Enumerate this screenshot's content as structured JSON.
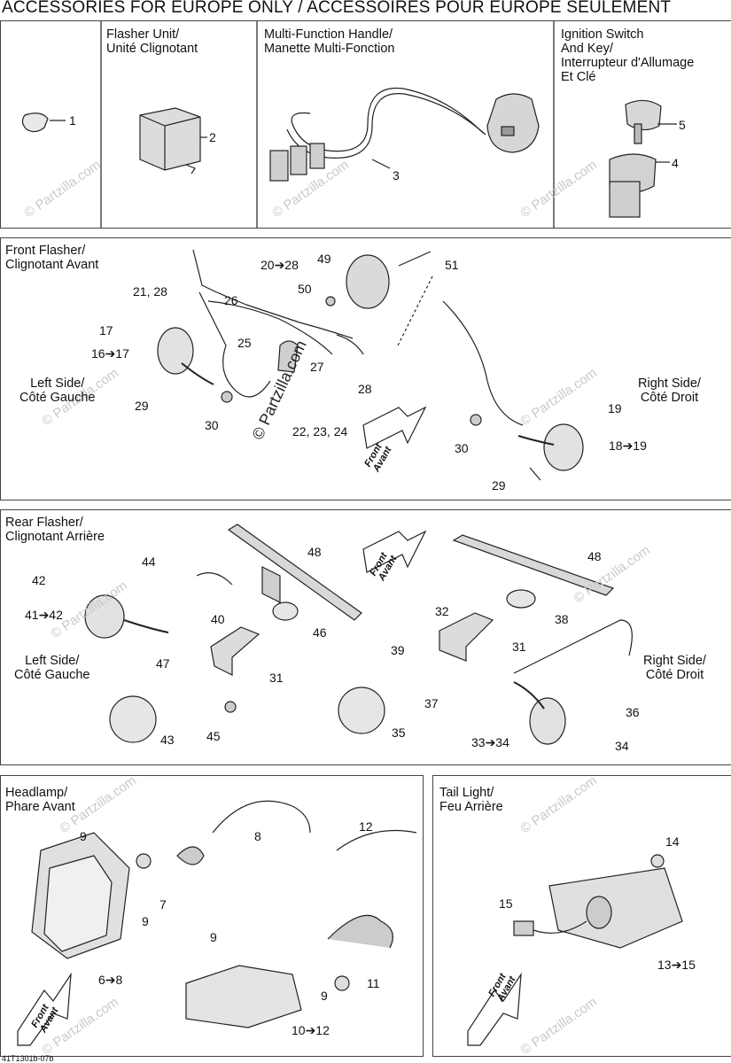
{
  "header": {
    "title": "ACCESSORIES FOR EUROPE ONLY / ACCESSOIRES POUR EUROPE SEULEMENT"
  },
  "panels": {
    "flasher_unit": {
      "title_en": "Flasher Unit/",
      "title_fr": "Unité Clignotant"
    },
    "multi_function": {
      "title_en": "Multi-Function Handle/",
      "title_fr": "Manette Multi-Fonction"
    },
    "ignition": {
      "title_1": "Ignition Switch",
      "title_2": "And Key/",
      "title_3": "Interrupteur d'Allumage",
      "title_4": "Et Clé"
    },
    "front_flasher": {
      "title_en": "Front Flasher/",
      "title_fr": "Clignotant Avant",
      "left_en": "Left Side/",
      "left_fr": "Côté Gauche",
      "right_en": "Right Side/",
      "right_fr": "Côté Droit"
    },
    "rear_flasher": {
      "title_en": "Rear Flasher/",
      "title_fr": "Clignotant Arrière",
      "left_en": "Left Side/",
      "left_fr": "Côté Gauche",
      "right_en": "Right Side/",
      "right_fr": "Côté Droit"
    },
    "headlamp": {
      "title_en": "Headlamp/",
      "title_fr": "Phare Avant"
    },
    "tail_light": {
      "title_en": "Tail Light/",
      "title_fr": "Feu Arrière"
    }
  },
  "front_label": {
    "en": "Front",
    "fr": "Avant"
  },
  "callouts": {
    "c1": "1",
    "c2": "2",
    "c3": "3",
    "c4": "4",
    "c5": "5",
    "c49": "49",
    "c2028": "20➔28",
    "c51": "51",
    "c2128": "21, 28",
    "c26": "26",
    "c50": "50",
    "c17a": "17",
    "c1617": "16➔17",
    "c25": "25",
    "c27": "27",
    "c28": "28",
    "c29a": "29",
    "c30a": "30",
    "c222324": "22, 23, 24",
    "c19": "19",
    "c1819": "18➔19",
    "c30b": "30",
    "c29b": "29",
    "c44": "44",
    "c42": "42",
    "c4142": "41➔42",
    "c48a": "48",
    "c40": "40",
    "c46": "46",
    "c47": "47",
    "c31a": "31",
    "c43": "43",
    "c45": "45",
    "c48b": "48",
    "c32": "32",
    "c38": "38",
    "c31b": "31",
    "c39": "39",
    "c37": "37",
    "c35": "35",
    "c36": "36",
    "c3334": "33➔34",
    "c34": "34",
    "c9a": "9",
    "c8": "8",
    "c12": "12",
    "c7": "7",
    "c9b": "9",
    "c68": "6➔8",
    "c9c": "9",
    "c9d": "9",
    "c11": "11",
    "c1012": "10➔12",
    "c14": "14",
    "c15": "15",
    "c1315": "13➔15"
  },
  "watermark": {
    "text": "© Partzilla.com"
  },
  "footer_code": "41T1301b-07b"
}
